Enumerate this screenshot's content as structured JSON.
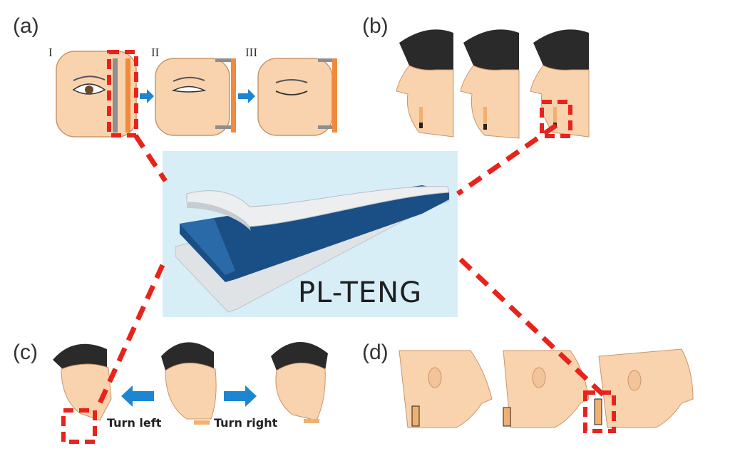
{
  "panels": {
    "a": {
      "label": "(a)",
      "steps": [
        "I",
        "II",
        "III"
      ]
    },
    "b": {
      "label": "(b)"
    },
    "c": {
      "label": "(c)",
      "turn_left": "Turn left",
      "turn_right": "Turn right"
    },
    "d": {
      "label": "(d)"
    }
  },
  "center": {
    "title": "PL-TENG"
  },
  "colors": {
    "skin": "#f9d3ad",
    "skin_outline": "#c9956b",
    "hair": "#2a2a2a",
    "highlight": "#e8231b",
    "arrow": "#1c86d3",
    "device_bg": "#d8eef7",
    "layer_white": "#e9ebec",
    "layer_blue": "#1a4f86",
    "strip_orange": "#f08a3c",
    "strip_gray": "#8e8e8e"
  },
  "icons": [
    "eye-open-icon",
    "eye-half-icon",
    "eye-closed-icon",
    "arrow-right-icon",
    "arrow-left-icon"
  ]
}
